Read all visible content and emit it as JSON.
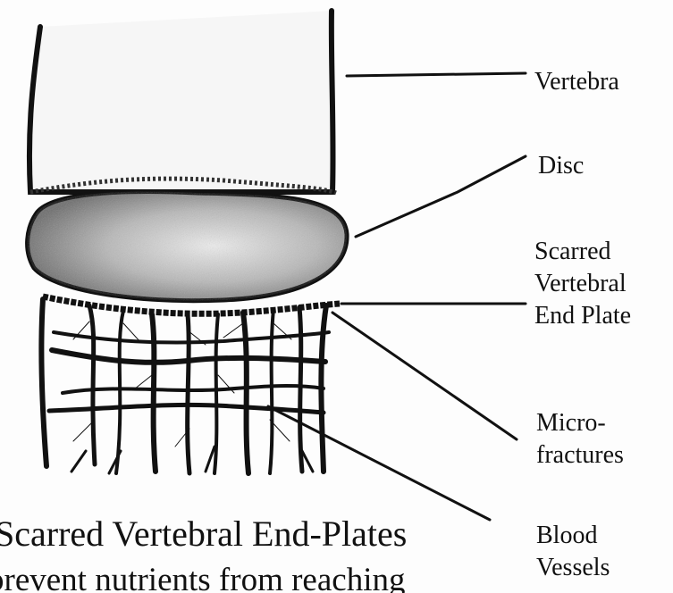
{
  "labels": {
    "vertebra": [
      "Vertebra"
    ],
    "disc": [
      "Disc"
    ],
    "end_plate": [
      "Scarred",
      "Vertebral",
      "End Plate"
    ],
    "microfractures": [
      "Micro-",
      "fractures"
    ],
    "blood_vessels": [
      "Blood",
      "Vessels"
    ]
  },
  "caption": {
    "line1": "Scarred Vertebral End-Plates",
    "line2": "prevent nutrients from reaching"
  },
  "colors": {
    "ink": "#111111",
    "disc_fill": "#9a9a9a",
    "disc_highlight": "#e2e2e2",
    "bone": "#f4f4f4"
  }
}
